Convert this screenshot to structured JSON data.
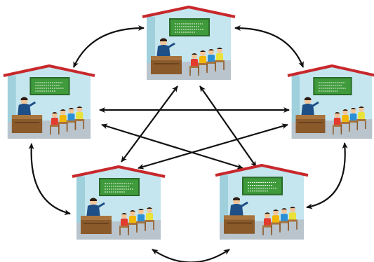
{
  "diagram": {
    "type": "network",
    "nodes": [
      {
        "id": "classroom-top",
        "icon": "classroom-icon"
      },
      {
        "id": "classroom-left",
        "icon": "classroom-icon"
      },
      {
        "id": "classroom-right",
        "icon": "classroom-icon"
      },
      {
        "id": "classroom-bottom-left",
        "icon": "classroom-icon"
      },
      {
        "id": "classroom-bottom-right",
        "icon": "classroom-icon"
      }
    ],
    "edges": [
      {
        "from": "classroom-top",
        "to": "classroom-left",
        "style": "curved",
        "arrows": "both"
      },
      {
        "from": "classroom-top",
        "to": "classroom-right",
        "style": "curved",
        "arrows": "both"
      },
      {
        "from": "classroom-left",
        "to": "classroom-bottom-left",
        "style": "curved",
        "arrows": "both"
      },
      {
        "from": "classroom-right",
        "to": "classroom-bottom-right",
        "style": "curved",
        "arrows": "both"
      },
      {
        "from": "classroom-bottom-left",
        "to": "classroom-bottom-right",
        "style": "curved",
        "arrows": "both"
      },
      {
        "from": "classroom-left",
        "to": "classroom-right",
        "style": "straight",
        "arrows": "both"
      },
      {
        "from": "classroom-top",
        "to": "classroom-bottom-left",
        "style": "straight",
        "arrows": "both"
      },
      {
        "from": "classroom-top",
        "to": "classroom-bottom-right",
        "style": "straight",
        "arrows": "both"
      },
      {
        "from": "classroom-left",
        "to": "classroom-bottom-right",
        "style": "straight",
        "arrows": "both"
      },
      {
        "from": "classroom-right",
        "to": "classroom-bottom-left",
        "style": "straight",
        "arrows": "both"
      }
    ],
    "colors": {
      "roof": "#c8282c",
      "wall": "#c5e6ee",
      "wall_shade": "#9fd0dc",
      "floor": "#b9c4cc",
      "board": "#3f9a3c",
      "board_frame": "#2a6b2a",
      "desk": "#8b5a2b",
      "desk_top": "#a8743e",
      "teacher": "#1e4f86",
      "skin": "#f2c59a",
      "student_shirts": [
        "#e23b2e",
        "#f2b705",
        "#2c8fd6",
        "#e8e23a"
      ],
      "arrow": "#111111"
    }
  }
}
